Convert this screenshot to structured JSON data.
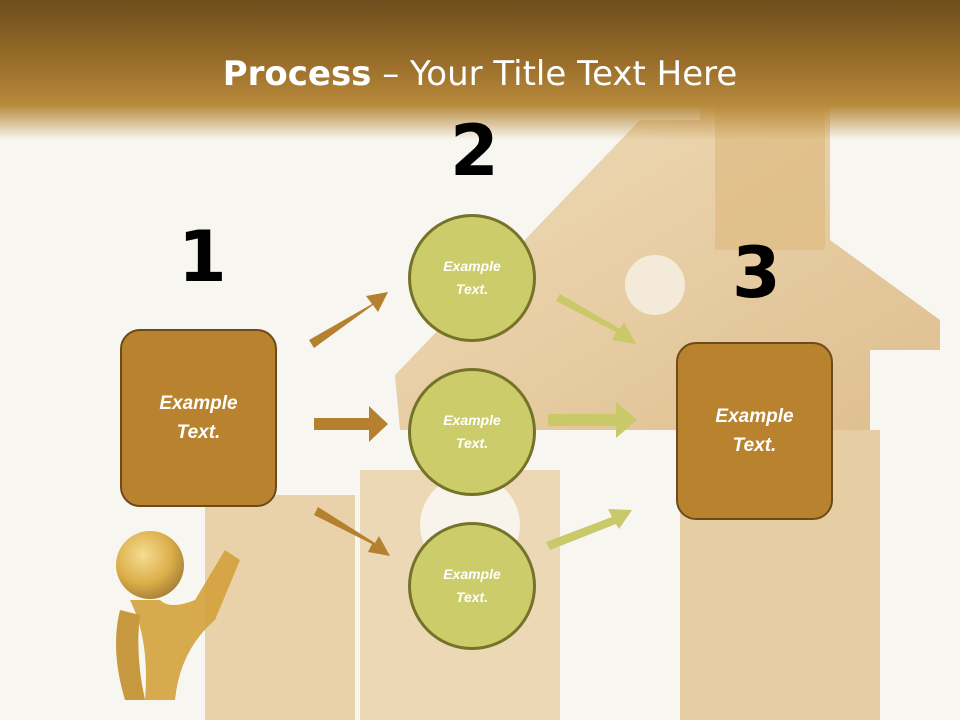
{
  "slide": {
    "title_bold": "Process",
    "title_rest": " – Your Title Text Here"
  },
  "steps": {
    "step1_number": "1",
    "step2_number": "2",
    "step3_number": "3"
  },
  "nodes": {
    "left_box": "Example\nText.",
    "circle_top": "Example\nText.",
    "circle_middle": "Example\nText.",
    "circle_bottom": "Example\nText.",
    "right_box": "Example\nText."
  },
  "colors": {
    "header": "#9a6e2a",
    "box_fill": "#b8822e",
    "circle_fill": "#cccc6a",
    "arrow_brown": "#b5802f",
    "arrow_olive": "#c9c96a"
  }
}
